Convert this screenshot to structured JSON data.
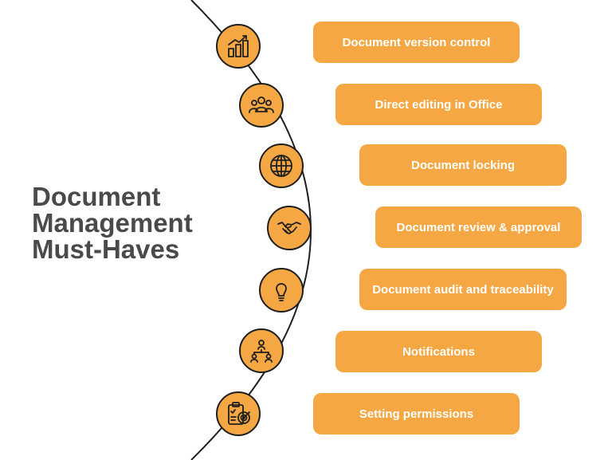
{
  "title": {
    "line1": "Document",
    "line2": "Management",
    "line3": "Must-Haves"
  },
  "features": [
    {
      "label": "Document version control",
      "icon": "bar-chart-icon"
    },
    {
      "label": "Direct editing in Office",
      "icon": "team-icon"
    },
    {
      "label": "Document locking",
      "icon": "globe-icon"
    },
    {
      "label": "Document review & approval",
      "icon": "handshake-icon"
    },
    {
      "label": "Document audit and traceability",
      "icon": "lightbulb-icon"
    },
    {
      "label": "Notifications",
      "icon": "network-icon"
    },
    {
      "label": "Setting permissions",
      "icon": "clipboard-target-icon"
    }
  ],
  "colors": {
    "accent": "#f4a742",
    "title": "#4a4a4a",
    "outline": "#1f1f1f",
    "pill_text": "#ffffff"
  }
}
